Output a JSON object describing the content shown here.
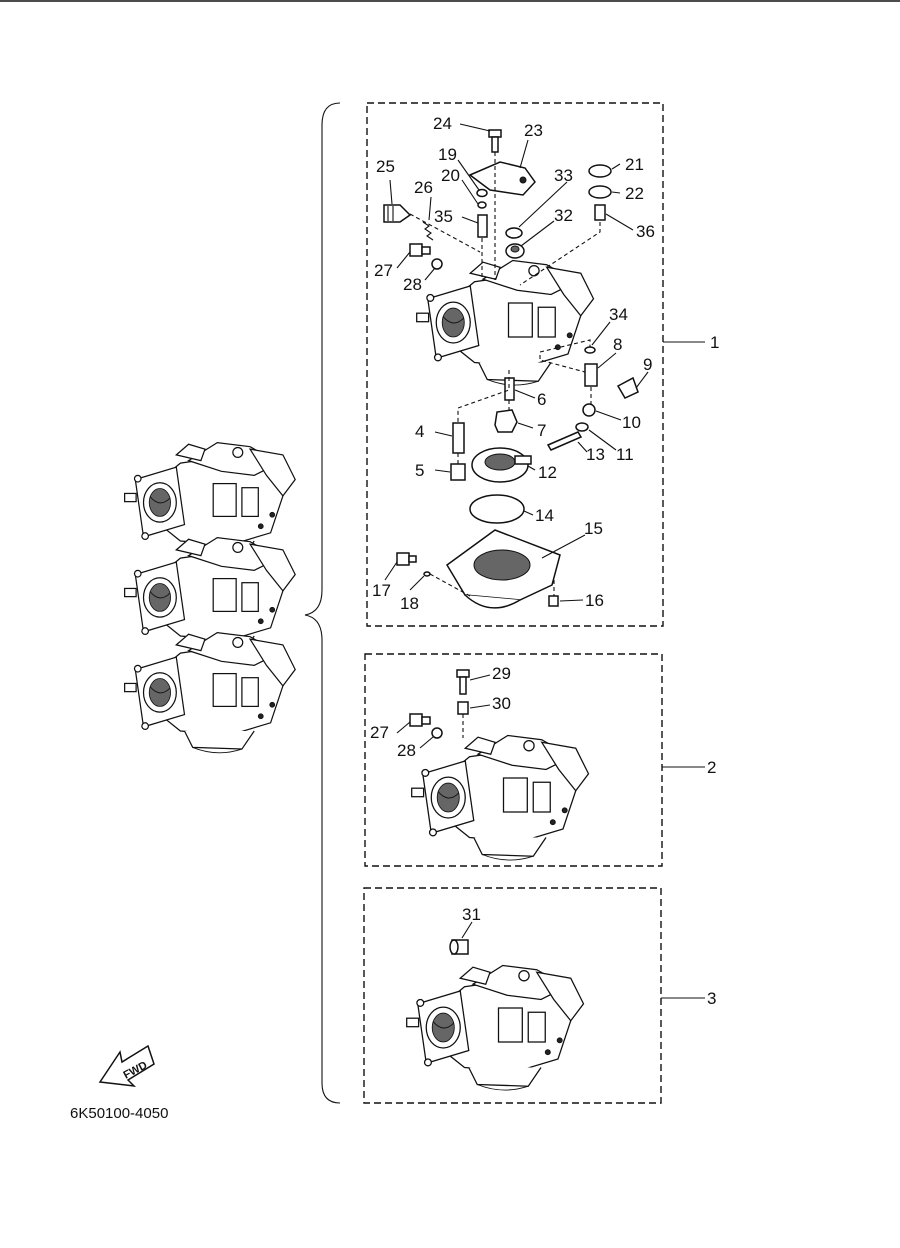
{
  "diagram": {
    "part_code": "6K50100-4050",
    "fwd_label": "FWD",
    "callouts": {
      "c1": "1",
      "c2": "2",
      "c3": "3",
      "c4": "4",
      "c5": "5",
      "c6": "6",
      "c7": "7",
      "c8": "8",
      "c9": "9",
      "c10": "10",
      "c11": "11",
      "c12": "12",
      "c13": "13",
      "c14": "14",
      "c15": "15",
      "c16": "16",
      "c17": "17",
      "c18": "18",
      "c19": "19",
      "c20": "20",
      "c21": "21",
      "c22": "22",
      "c23": "23",
      "c24": "24",
      "c25": "25",
      "c26": "26",
      "c27": "27",
      "c28": "28",
      "c29": "29",
      "c30": "30",
      "c31": "31",
      "c32": "32",
      "c33": "33",
      "c34": "34",
      "c35": "35",
      "c36": "36",
      "c27b": "27",
      "c28b": "28"
    }
  }
}
